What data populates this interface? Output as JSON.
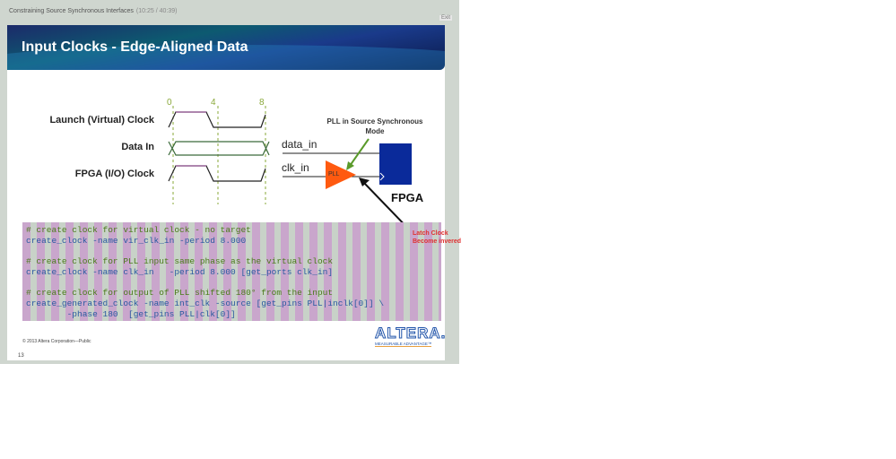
{
  "player": {
    "title": "Constraining Source Synchronous Interfaces",
    "time": "(10:25 / 40:39)",
    "exit_label": "Exit"
  },
  "slide": {
    "title": "Input Clocks - Edge-Aligned Data",
    "timing": {
      "labels": [
        "Launch (Virtual) Clock",
        "Data In",
        "FPGA (I/O) Clock"
      ],
      "ticks": [
        "0",
        "4",
        "8"
      ]
    },
    "schematic": {
      "data_in": "data_in",
      "clk_in": "clk_in",
      "pll": "PLL",
      "fpga": "FPGA",
      "pll_note": "PLL in Source Synchronous Mode",
      "latch_note_1": "Latch Clock",
      "latch_note_2": "Become invered"
    },
    "code": [
      {
        "text": "# create clock for virtual clock - no target",
        "type": "cm"
      },
      {
        "text": "create_clock -name vir_clk_in -period 8.000",
        "type": "kw"
      },
      {
        "text": "# create clock for PLL input same phase as the virtual clock",
        "type": "cm"
      },
      {
        "text": "create_clock -name clk_in   -period 8.000 [get_ports clk_in]",
        "type": "kw"
      },
      {
        "text": "# create clock for output of PLL shifted 180° from the input",
        "type": "cm"
      },
      {
        "text": "create_generated_clock -name int_clk -source [get_pins PLL|inclk[0]] \\",
        "type": "kw"
      },
      {
        "text": "        -phase 180  [get_pins PLL|clk[0]]",
        "type": "kw"
      }
    ],
    "copyright": "© 2013 Altera Corporation—Public",
    "page_number": "13",
    "logo": "ALTERA.",
    "tagline": "MEASURABLE ADVANTAGE™"
  }
}
